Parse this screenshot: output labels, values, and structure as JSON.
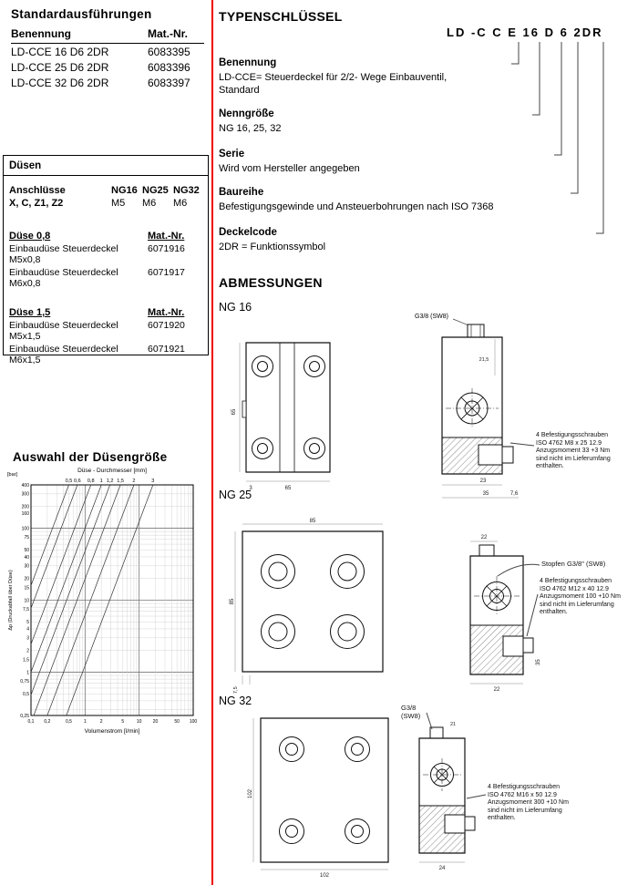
{
  "standard": {
    "title": "Standardausführungen",
    "columns": {
      "name": "Benennung",
      "nr": "Mat.-Nr."
    },
    "rows": [
      {
        "name": "LD-CCE 16 D6 2DR",
        "nr": "6083395"
      },
      {
        "name": "LD-CCE 25 D6 2DR",
        "nr": "6083396"
      },
      {
        "name": "LD-CCE 32 D6 2DR",
        "nr": "6083397"
      }
    ]
  },
  "duesen": {
    "title": "Düsen",
    "ports_label": "Anschlüsse",
    "ports_value": "X, C, Z1, Z2",
    "ng_cols": [
      "NG16",
      "NG25",
      "NG32"
    ],
    "thread_values": [
      "M5",
      "M6",
      "M6"
    ],
    "groups": [
      {
        "title": "Düse 0,8",
        "nr_label": "Mat.-Nr.",
        "rows": [
          {
            "name": "Einbaudüse Steuerdeckel M5x0,8",
            "nr": "6071916"
          },
          {
            "name": "Einbaudüse Steuerdeckel M6x0,8",
            "nr": "6071917"
          }
        ]
      },
      {
        "title": "Düse 1,5",
        "nr_label": "Mat.-Nr.",
        "rows": [
          {
            "name": "Einbaudüse Steuerdeckel M5x1,5",
            "nr": "6071920"
          },
          {
            "name": "Einbaudüse Steuerdeckel M6x1,5",
            "nr": "6071921"
          }
        ]
      }
    ]
  },
  "chart_data": {
    "type": "line",
    "scale": "log-log",
    "grid": true,
    "title": "Auswahl der Düsengröße",
    "top_axis_label": "Düse - Durchmesser [mm]",
    "xlabel": "Volumenstrom [l/min]",
    "ylabel": "Δp (Druckabfall über Düse)",
    "ylabel_unit": "[bar]",
    "xlim": [
      0.1,
      100
    ],
    "ylim": [
      0.25,
      400
    ],
    "diameter_labels": [
      "0,5",
      "0,6",
      "0,8",
      "1",
      "1,2",
      "1,5",
      "2",
      "3"
    ],
    "diameters_mm": [
      0.5,
      0.6,
      0.8,
      1,
      1.2,
      1.5,
      2,
      3
    ],
    "x_ticks": [
      "0,1",
      "0,2",
      "0,5",
      "1",
      "2",
      "5",
      "10",
      "20",
      "50",
      "100"
    ],
    "y_ticks": [
      "400",
      "300",
      "200",
      "160",
      "100",
      "75",
      "50",
      "40",
      "30",
      "20",
      "15",
      "10",
      "7,5",
      "5",
      "4",
      "3",
      "2",
      "1,5",
      "1",
      "0,75",
      "0,5",
      "0,25"
    ]
  },
  "typ": {
    "title": "TYPENSCHLÜSSEL",
    "code": "LD -C C E 16 D 6 2DR",
    "sections": [
      {
        "title": "Benennung",
        "text": "LD-CCE= Steuerdeckel für 2/2- Wege Einbauventil,\nStandard"
      },
      {
        "title": "Nenngröße",
        "text": "NG 16, 25, 32"
      },
      {
        "title": "Serie",
        "text": "Wird vom Hersteller angegeben"
      },
      {
        "title": "Baureihe",
        "text": "Befestigungsgewinde und Ansteuerbohrungen nach ISO 7368"
      },
      {
        "title": "Deckelcode",
        "text": "2DR = Funktionssymbol"
      }
    ]
  },
  "abmessungen": {
    "title": "ABMESSUNGEN",
    "ng16": {
      "label": "NG 16",
      "port_label": "G3/8 (SW8)",
      "note": "4 Befestigungsschrauben\nISO 4762 M8 x 25   12.9\nAnzugsmoment 33 +3 Nm\nsind nicht im Lieferumfang\nenthalten.",
      "dims": {
        "height": "65",
        "width": "65",
        "edge": "3",
        "port_depth": "21,5",
        "depth1": "23",
        "depth2": "35",
        "offset": "7,6"
      }
    },
    "ng25": {
      "label": "NG 25",
      "port_label": "Stopfen G3/8\" (SW8)",
      "note": "4 Befestigungsschrauben\nISO 4762 M12 x 40   12.9\nAnzugsmoment 100 +10 Nm\nsind nicht im Lieferumfang\nenthalten.",
      "dims": {
        "width": "85",
        "height": "85",
        "corner": "7,5",
        "stub": "22",
        "depth": "22",
        "side": "35"
      }
    },
    "ng32": {
      "label": "NG 32",
      "port_label": "G3/8\n(SW8)",
      "note": "4 Befestigungsschrauben\nISO 4762 M16 x 50   12.9\nAnzugsmoment 300 +10 Nm\nsind nicht im Lieferumfang\nenthalten.",
      "dims": {
        "height": "102",
        "width": "102",
        "port_depth": "21",
        "depth": "24"
      }
    }
  }
}
